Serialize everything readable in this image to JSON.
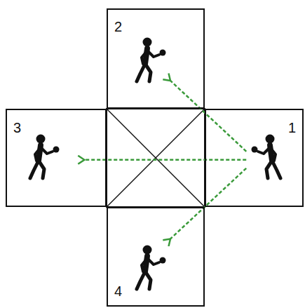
{
  "diagram": {
    "nodes": [
      {
        "text": [
          "2"
        ]
      },
      {
        "text": [
          "3"
        ]
      },
      {
        "text": [
          "1"
        ]
      },
      {
        "text": [
          "4"
        ]
      }
    ],
    "edges": [
      {
        "from": 2,
        "to": 0,
        "arrow": "to"
      },
      {
        "from": 2,
        "to": 1,
        "arrow": "to"
      },
      {
        "from": 2,
        "to": 3,
        "arrow": "to"
      }
    ]
  }
}
